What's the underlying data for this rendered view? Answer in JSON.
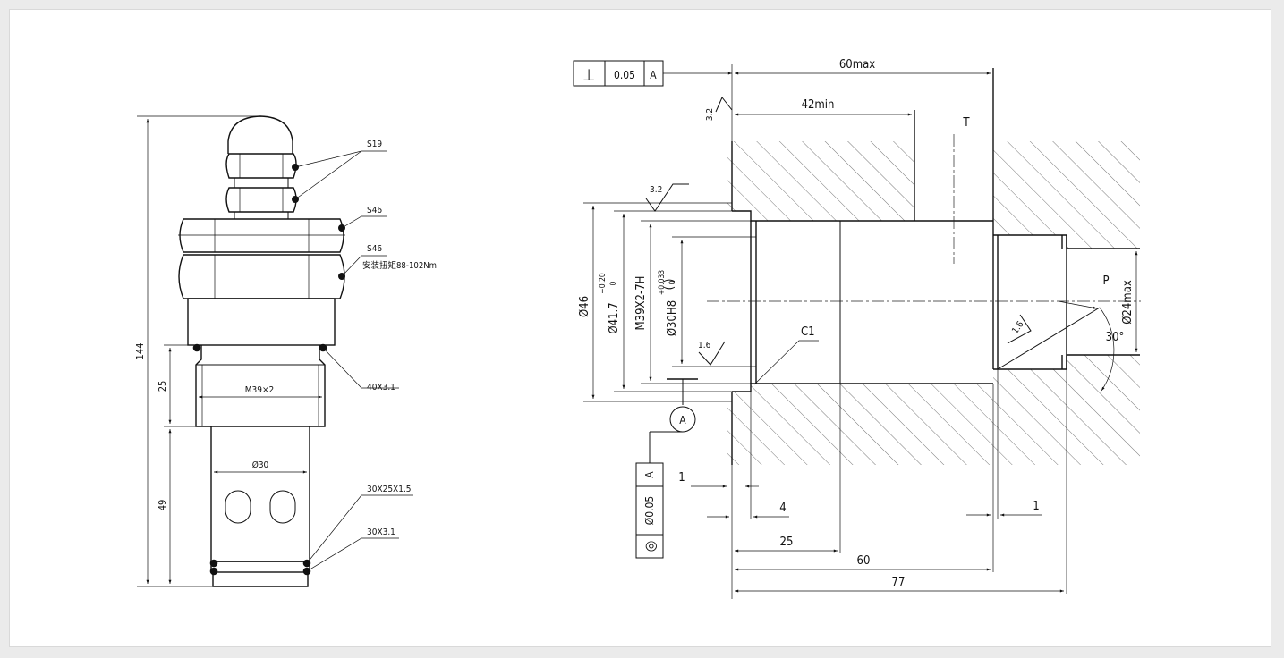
{
  "left_view": {
    "dim_total": "144",
    "dim_thread_len": "25",
    "dim_body_len": "49",
    "thread_label": "M39×2",
    "diameter_label": "Ø30",
    "callout_s19": "S19",
    "callout_s46_top": "S46",
    "callout_s46_bottom": "S46",
    "callout_torque": "安装扭矩88-102Nm",
    "callout_oring_top": "40X3.1",
    "callout_backup": "30X25X1.5",
    "callout_oring_bottom": "30X3.1"
  },
  "right_view": {
    "perp_symbol": "⊥",
    "perp_tol": "0.05",
    "perp_datum": "A",
    "dim_60max": "60max",
    "dim_42min": "42min",
    "rough_top": "3.2",
    "rough_left": "3.2",
    "rough_mid": "1.6",
    "rough_cone": "1.6",
    "port_t": "T",
    "port_p": "P",
    "dim_d46": "Ø46",
    "dim_d41": "Ø41.7",
    "tol_d41_upper": "+0.20",
    "tol_d41_lower": "0",
    "dim_m39": "M39X2-7H",
    "dim_d30": "Ø30H8",
    "tol_d30_upper": "+0.033",
    "tol_d30_lower": "0",
    "dim_d24": "Ø24max",
    "chamfer": "C1",
    "angle": "30°",
    "datum_a": "A",
    "conc_symbol": "◎",
    "conc_tol": "Ø0.05",
    "conc_datum": "A",
    "dim_1_left": "1",
    "dim_4": "4",
    "dim_25": "25",
    "dim_60": "60",
    "dim_77": "77",
    "dim_1_right": "1"
  }
}
